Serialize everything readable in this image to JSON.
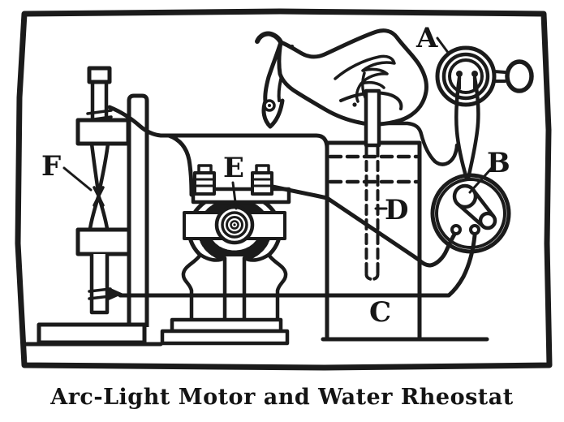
{
  "figure": {
    "caption": "Arc-Light Motor and Water Rheostat",
    "labels": {
      "a": "A",
      "b": "B",
      "c": "C",
      "d": "D",
      "e": "E",
      "f": "F"
    },
    "colors": {
      "ink": "#1b1b1b",
      "paper": "#ffffff"
    }
  }
}
